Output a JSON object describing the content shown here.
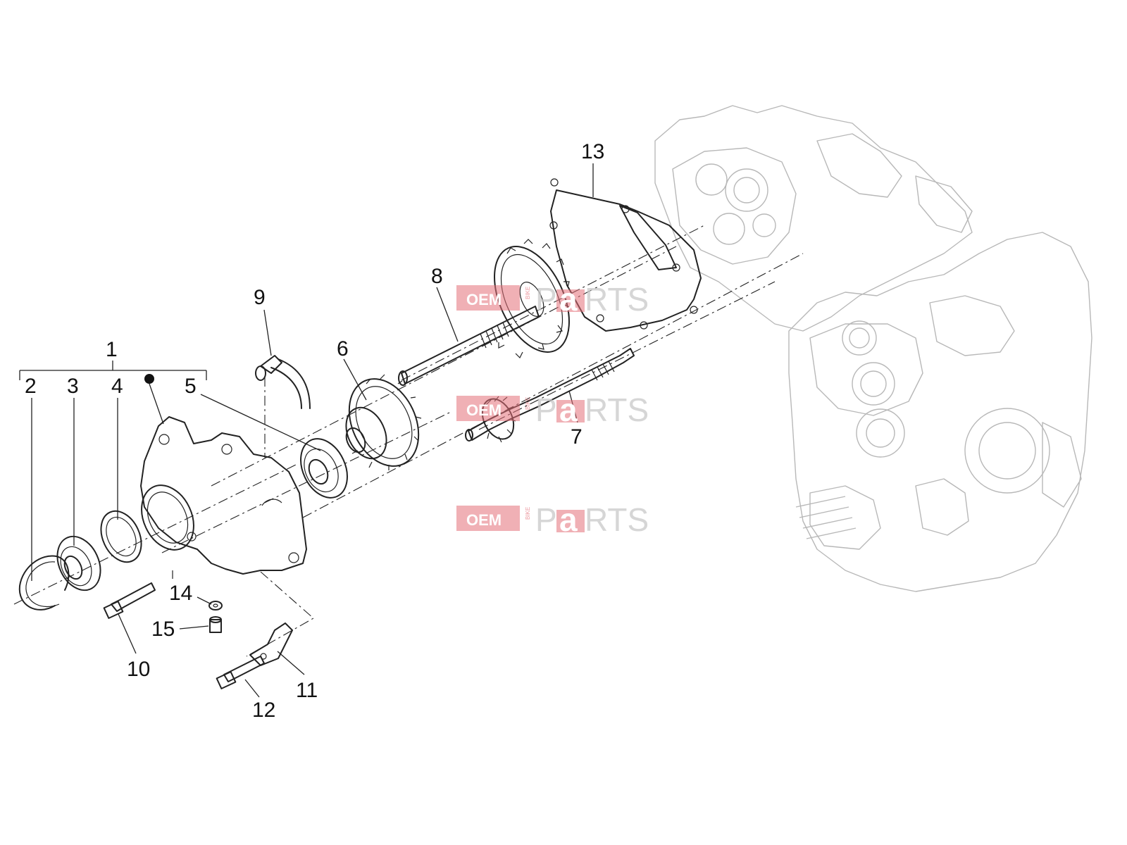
{
  "callouts": {
    "c1": "1",
    "c2": "2",
    "c3": "3",
    "c4": "4",
    "c5": "5",
    "c6": "6",
    "c7": "7",
    "c8": "8",
    "c9": "9",
    "c10": "10",
    "c11": "11",
    "c12": "12",
    "c13": "13",
    "c14": "14",
    "c15": "15"
  },
  "watermark": {
    "left": "OEM",
    "vertical": "BIKE",
    "right_a": "P",
    "right_b": "a",
    "right_c": "RTS"
  },
  "colors": {
    "watermark_red": "#e46f78",
    "line": "#222222",
    "engine_ghost": "#b8b8b8"
  }
}
